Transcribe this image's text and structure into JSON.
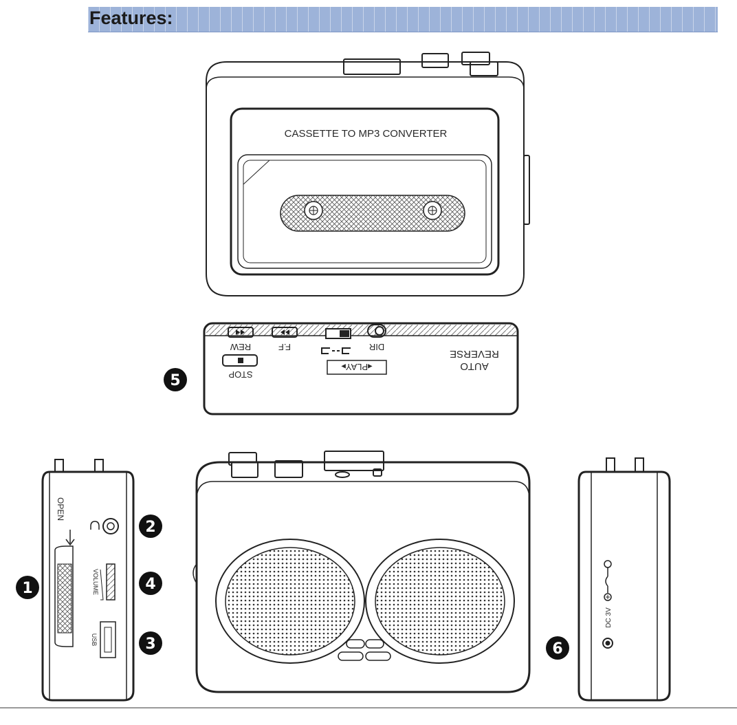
{
  "header": {
    "title": "Features:"
  },
  "top_view": {
    "cassette_label": "CASSETTE TO MP3 CONVERTER"
  },
  "button_panel": {
    "play": "◂PLAY▸",
    "stop": "STOP",
    "rew": "REW",
    "ff": "F.F",
    "dir": "DIR",
    "auto": "AUTO",
    "reverse": "REVERSE"
  },
  "left_side": {
    "open": "OPEN",
    "volume": "VOLUME",
    "usb": "USB"
  },
  "right_side": {
    "dc": "DC 3V"
  },
  "callouts": [
    "1",
    "2",
    "3",
    "4",
    "5",
    "6"
  ],
  "colors": {
    "header_bar": "#9db3d9",
    "outline": "#222222",
    "callout": "#111111"
  }
}
